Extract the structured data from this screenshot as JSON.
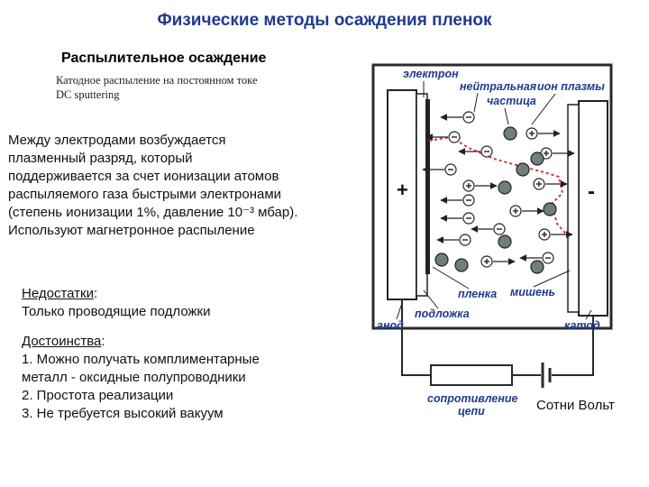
{
  "title": "Физические методы осаждения пленок",
  "subtitle": "Распылительное осаждение",
  "method_ru": "Катодное распыление на постоянном токе",
  "method_en": "DC sputtering",
  "description": [
    "Между электродами возбуждается",
    "плазменный разряд, который",
    "поддерживается за счет ионизации атомов",
    "распыляемого газа быстрыми электронами",
    "(степень ионизации 1%, давление 10⁻³ мбар).",
    "Используют магнетронное распыление"
  ],
  "disadvantages": {
    "heading": "Недостатки",
    "items": [
      "Только проводящие подложки"
    ]
  },
  "advantages": {
    "heading": "Достоинства",
    "items": [
      "1. Можно получать комплиментарные",
      "металл - оксидные полупроводники",
      "2. Простота реализации",
      "3. Не требуется высокий вакуум"
    ]
  },
  "diagram": {
    "labels": {
      "electron": "электрон",
      "neutral": "нейтральная",
      "particle": "частица",
      "ion": "ион плазмы",
      "film": "пленка",
      "target": "мишень",
      "anode": "анод",
      "substrate": "подложка",
      "cathode": "катод",
      "resistance_1": "сопротивление",
      "resistance_2": "цепи",
      "plus": "+",
      "minus": "-"
    },
    "voltage": "Сотни Вольт",
    "colors": {
      "label_text": "#1f3a8f",
      "particle_gray": "#6f7f80",
      "path_red": "#d9342b",
      "outline": "#2a2a2a"
    }
  }
}
